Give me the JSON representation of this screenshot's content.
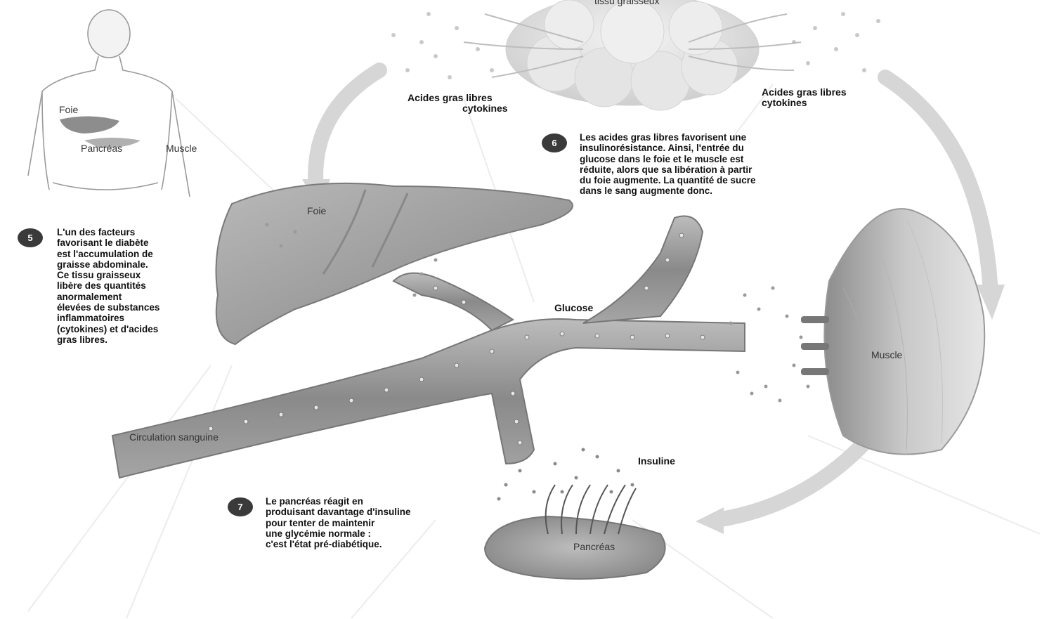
{
  "labels": {
    "top_partial": "tissu graisseux",
    "acides_left_1": "Acides gras libres",
    "acides_left_2": "cytokines",
    "acides_right_1": "Acides gras libres",
    "acides_right_2": "cytokines",
    "inset_foie": "Foie",
    "inset_pancreas": "Pancréas",
    "inset_muscle": "Muscle",
    "foie": "Foie",
    "glucose": "Glucose",
    "muscle": "Muscle",
    "circulation": "Circulation sanguine",
    "insuline": "Insuline",
    "pancreas": "Pancréas"
  },
  "steps": [
    {
      "number": "5",
      "text": "L'un des facteurs\nfavorisant le diabète\nest l'accumulation de\ngraisse abdominale.\nCe tissu graisseux\nlibère des quantités\nanormalement\nélevées de substances\ninflammatoires\n(cytokines) et d'acides\ngras libres."
    },
    {
      "number": "6",
      "text": "Les acides gras libres favorisent une\ninsulinorésistance. Ainsi, l'entrée du\nglucose dans le foie et le muscle est\nréduite, alors que sa libération à partir\ndu foie augmente. La quantité de sucre\ndans le sang augmente donc."
    },
    {
      "number": "7",
      "text": "Le pancréas réagit en\nproduisant davantage d'insuline\npour tenter de maintenir\nune glycémie normale :\nc'est l'état pré-diabétique."
    }
  ]
}
